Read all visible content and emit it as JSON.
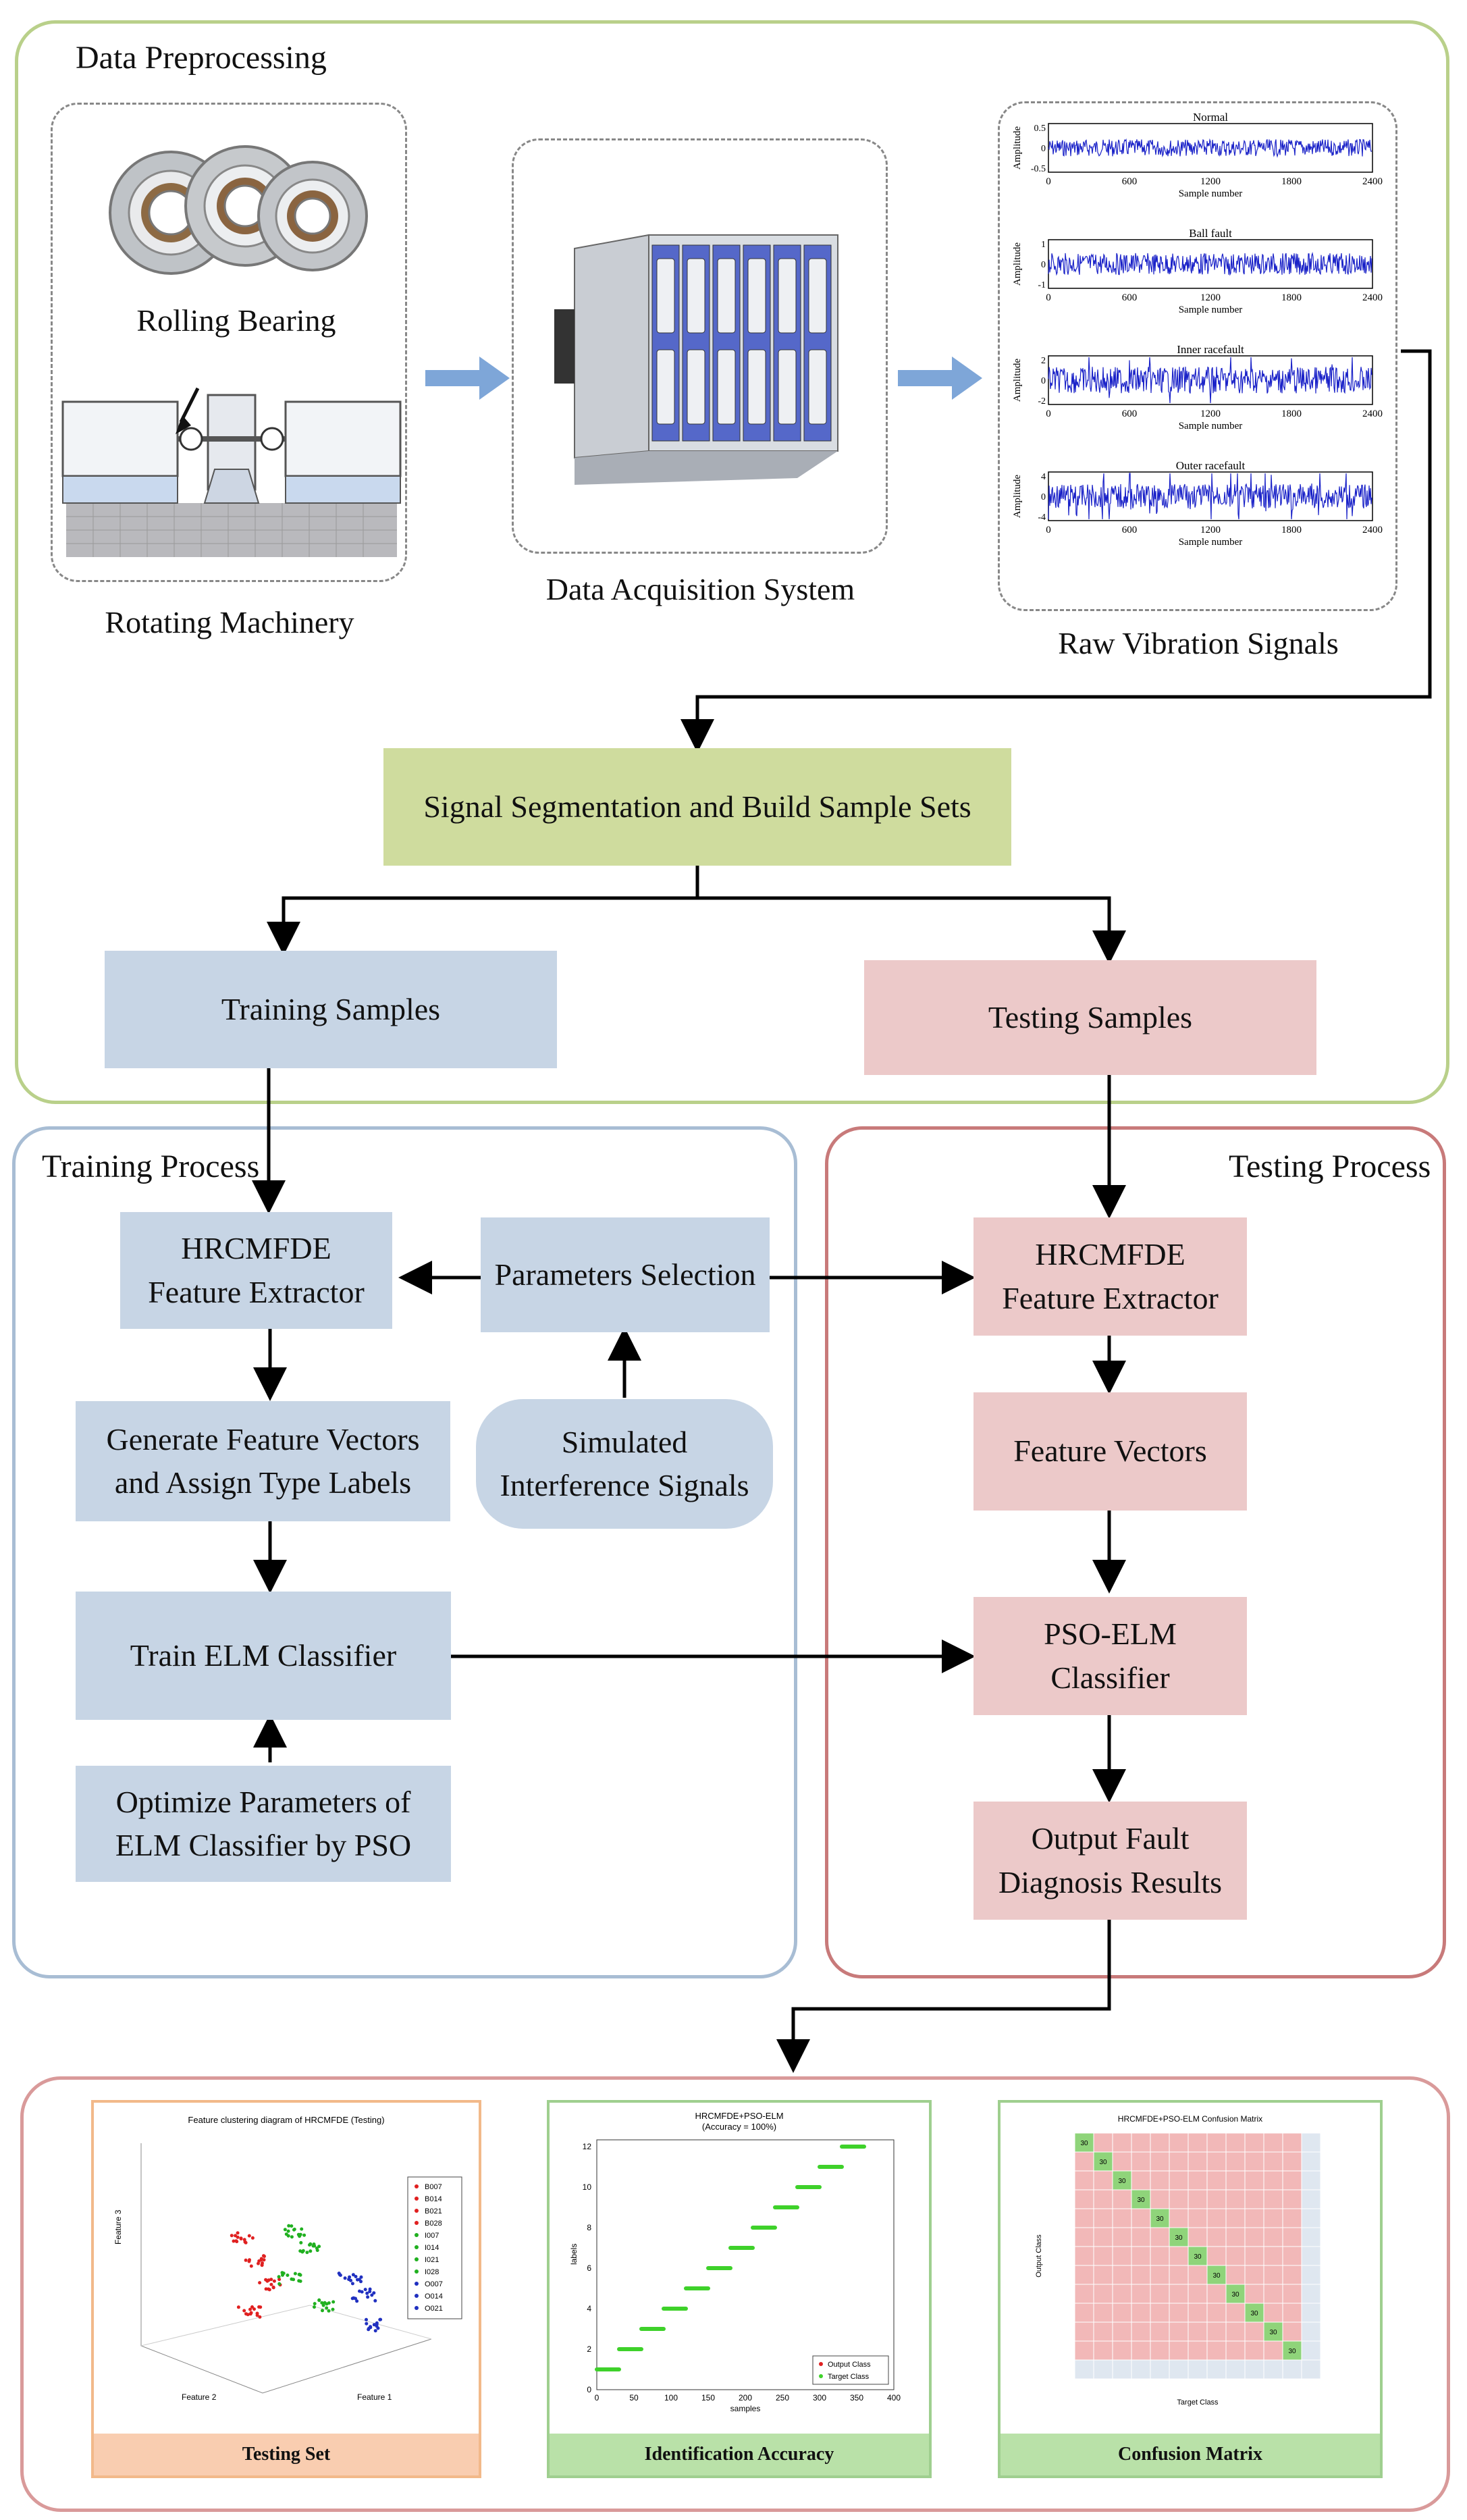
{
  "sections": {
    "data_preprocessing": "Data Preprocessing",
    "training_process": "Training Process",
    "testing_process": "Testing Process"
  },
  "acquisition": {
    "rolling_bearing": "Rolling Bearing",
    "rotating_machinery": "Rotating Machinery",
    "data_acquisition_system": "Data Acquisition System",
    "raw_vibration_signals": "Raw Vibration Signals"
  },
  "signals": {
    "ylabel": "Amplitude",
    "xlabel": "Sample number",
    "xticks": [
      "0",
      "600",
      "1200",
      "1800",
      "2400"
    ],
    "plots": [
      {
        "title": "Normal",
        "yticks": [
          "0.5",
          "0",
          "-0.5"
        ]
      },
      {
        "title": "Ball fault",
        "yticks": [
          "1",
          "0",
          "-1"
        ]
      },
      {
        "title": "Inner racefault",
        "yticks": [
          "2",
          "0",
          "-2"
        ]
      },
      {
        "title": "Outer racefault",
        "yticks": [
          "4",
          "0",
          "-4"
        ]
      }
    ]
  },
  "steps": {
    "segmentation": "Signal Segmentation and Build Sample Sets",
    "training_samples": "Training Samples",
    "testing_samples": "Testing Samples",
    "train_extractor_1": "HRCMFDE",
    "train_extractor_2": "Feature Extractor",
    "parameters_selection": "Parameters Selection",
    "generate_vectors_1": "Generate Feature Vectors",
    "generate_vectors_2": "and Assign Type Labels",
    "simulated_1": "Simulated",
    "simulated_2": "Interference Signals",
    "train_elm": "Train ELM Classifier",
    "optimize_1": "Optimize Parameters of",
    "optimize_2": "ELM Classifier by PSO",
    "test_extractor_1": "HRCMFDE",
    "test_extractor_2": "Feature Extractor",
    "feature_vectors": "Feature Vectors",
    "pso_elm_1": "PSO-ELM",
    "pso_elm_2": "Classifier",
    "output_1": "Output Fault",
    "output_2": "Diagnosis Results"
  },
  "results": {
    "captions": [
      "Testing Set",
      "Identification Accuracy",
      "Confusion Matrix"
    ],
    "scatter": {
      "title": "Feature clustering diagram of HRCMFDE (Testing)",
      "legend": [
        "B007",
        "B014",
        "B021",
        "B028",
        "I007",
        "I014",
        "I021",
        "I028",
        "O007",
        "O014",
        "O021"
      ],
      "axis1": "Feature 1",
      "axis2": "Feature 2",
      "axis3": "Feature 3",
      "colors": [
        "#e02020",
        "#e02020",
        "#e02020",
        "#e02020",
        "#20b020",
        "#20b020",
        "#20b020",
        "#20b020",
        "#2030c0",
        "#2030c0",
        "#2030c0"
      ]
    },
    "accuracy": {
      "title_1": "HRCMFDE+PSO-ELM",
      "title_2": "(Accuracy = 100%)",
      "xlabel": "samples",
      "ylabel": "labels",
      "xticks": [
        "0",
        "50",
        "100",
        "150",
        "200",
        "250",
        "300",
        "350",
        "400"
      ],
      "yticks": [
        "0",
        "2",
        "4",
        "6",
        "8",
        "10",
        "12"
      ],
      "legend": [
        "Output Class",
        "Target Class"
      ],
      "classes": 12
    },
    "confusion": {
      "title": "HRCMFDE+PSO-ELM Confusion Matrix",
      "xlabel": "Target Class",
      "ylabel": "Output Class",
      "n": 12,
      "diag_value": "30"
    }
  },
  "colors": {
    "blue_box": "#c7d5e5",
    "pink_box": "#ecc9c9",
    "green_box": "#cfdc9e",
    "arrow_blue": "#7ea6d8",
    "signal": "#1a22c8"
  }
}
